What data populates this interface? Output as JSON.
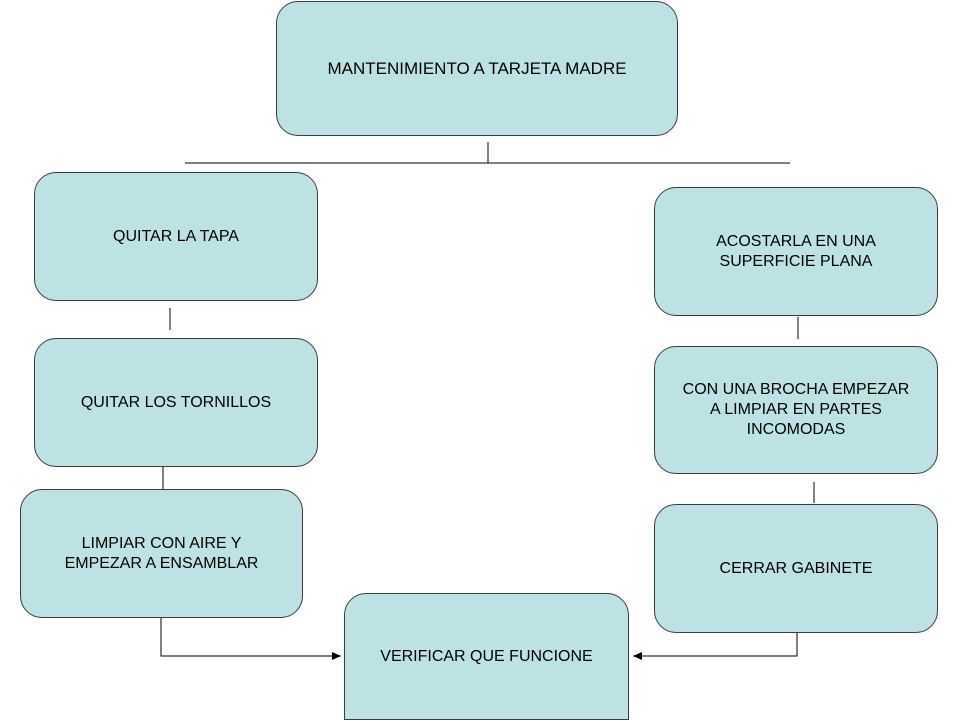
{
  "diagram": {
    "title": "MANTENIMIENTO A TARJETA MADRE",
    "left_steps": [
      "QUITAR LA TAPA",
      "QUITAR LOS TORNILLOS",
      "LIMPIAR CON AIRE Y\nEMPEZAR A ENSAMBLAR"
    ],
    "right_steps": [
      "ACOSTARLA EN UNA\nSUPERFICIE PLANA",
      "CON UNA BROCHA EMPEZAR\nA LIMPIAR EN PARTES\nINCOMODAS",
      "CERRAR GABINETE"
    ],
    "final_step": "VERIFICAR QUE FUNCIONE"
  },
  "colors": {
    "box_fill": "#bde2e4",
    "box_border": "#3c3c3c",
    "connector": "#000000"
  }
}
